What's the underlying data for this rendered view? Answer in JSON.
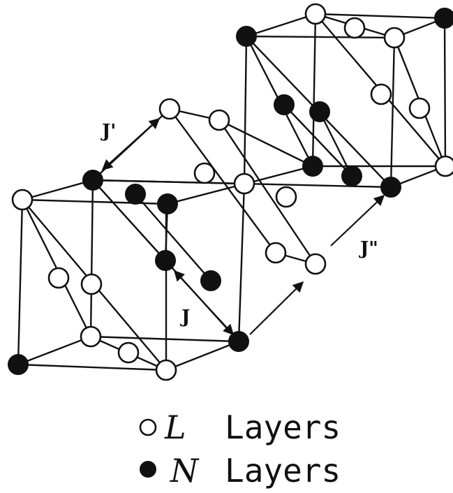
{
  "labels": {
    "j_prime": "J'",
    "j": "J",
    "j_double_prime": "J\""
  },
  "legend": {
    "open": {
      "letter": "L",
      "text": "Layers"
    },
    "filled": {
      "letter": "N",
      "text": "Layers"
    }
  }
}
